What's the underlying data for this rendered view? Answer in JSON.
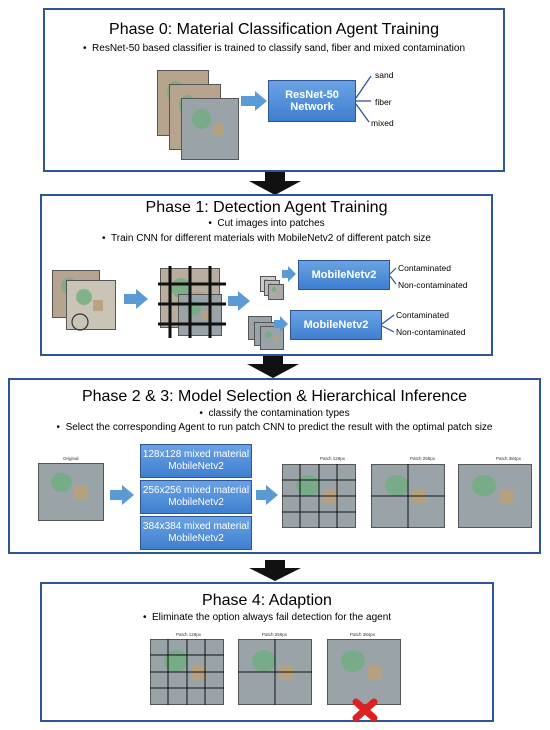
{
  "phase0": {
    "title": "Phase 0: Material Classification Agent Training",
    "bullet": "ResNet-50 based classifier is trained to classify sand, fiber and mixed contamination",
    "network": "ResNet-50\nNetwork",
    "outputs": [
      "sand",
      "fiber",
      "mixed"
    ]
  },
  "phase1": {
    "title": "Phase 1: Detection Agent Training",
    "bullets": [
      "Cut images into patches",
      "Train CNN for different materials with MobileNetv2 of different patch size"
    ],
    "model_a": "MobileNetv2",
    "model_b": "MobileNetv2",
    "outputs_a": [
      "Contaminated",
      "Non-contaminated"
    ],
    "outputs_b": [
      "Contaminated",
      "Non-contaminated"
    ]
  },
  "phase23": {
    "title": "Phase 2 & 3: Model Selection & Hierarchical Inference",
    "bullets": [
      "classify the contamination types",
      "Select the corresponding Agent to run patch CNN to predict the result with the optimal patch size"
    ],
    "original_caption": "Original",
    "models": [
      "128x128 mixed material\nMobileNetv2",
      "256x256 mixed material\nMobileNetv2",
      "384x384 mixed material\nMobileNetv2"
    ],
    "result_captions": [
      "Patch 128px",
      "Patch 256px",
      "Patch 384px"
    ]
  },
  "phase4": {
    "title": "Phase 4: Adaption",
    "bullet": "Eliminate the option always fail detection for the agent",
    "result_captions": [
      "Patch 128px",
      "Patch 256px",
      "Patch 384px"
    ]
  },
  "colors": {
    "border": "#2f5597",
    "arrow": "#5b9bd5",
    "box": "#3f7fd0",
    "cross": "#e02020"
  }
}
